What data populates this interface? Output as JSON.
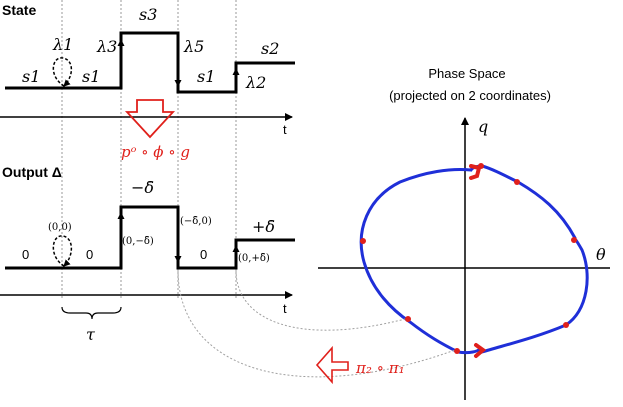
{
  "top": {
    "heading": "State",
    "states": [
      "s1",
      "s1",
      "s3",
      "s1",
      "s2"
    ],
    "transitions": [
      "λ1",
      "λ3",
      "λ5",
      "λ2"
    ],
    "axis": "t"
  },
  "map_label": "pᵒ ∘ ϕ ∘ g",
  "bottom": {
    "heading": "Output  Δ",
    "values": [
      "0",
      "0",
      "−δ̄",
      "0",
      "+δ̄"
    ],
    "jumps": [
      "(0,0)",
      "(0,−δ̄)",
      "(−δ̄,0)",
      "(0,+δ̄)"
    ],
    "axis": "t",
    "duration": "τ"
  },
  "phase": {
    "title": "Phase Space",
    "subtitle": "(projected on 2 coordinates)",
    "x_axis": "θ",
    "y_axis": "q"
  },
  "projection_label": "π₂ ∘ π₁",
  "colors": {
    "curve": "#1f2fd8",
    "accent": "#e0201b"
  }
}
